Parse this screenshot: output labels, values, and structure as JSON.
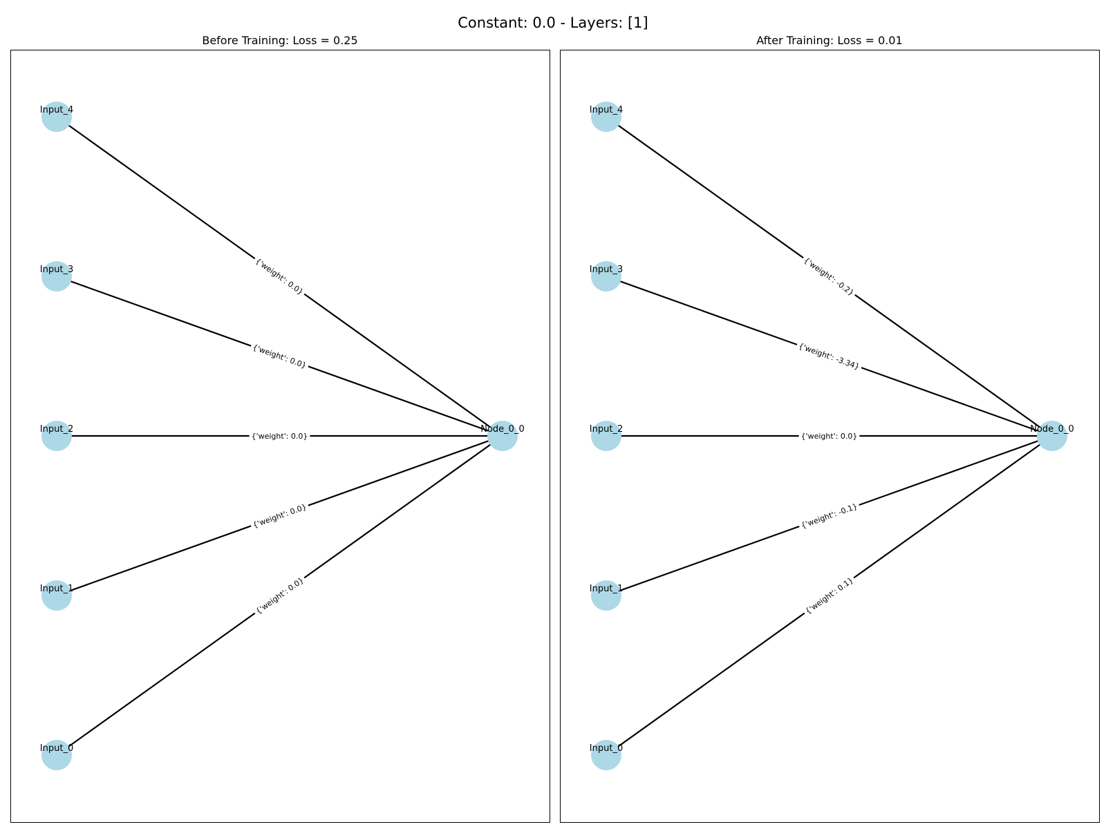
{
  "figure": {
    "suptitle": "Constant: 0.0 - Layers: [1]"
  },
  "colors": {
    "node": "#add8e6",
    "edge": "#000000",
    "frame": "#000000"
  },
  "panels": [
    {
      "title": "Before Training: Loss = 0.25",
      "nodes": {
        "inputs": [
          "Input_4",
          "Input_3",
          "Input_2",
          "Input_1",
          "Input_0"
        ],
        "output": "Node_0_0"
      },
      "edges": [
        {
          "source": "Input_4",
          "target": "Node_0_0",
          "label": "{'weight': 0.0}"
        },
        {
          "source": "Input_3",
          "target": "Node_0_0",
          "label": "{'weight': 0.0}"
        },
        {
          "source": "Input_2",
          "target": "Node_0_0",
          "label": "{'weight': 0.0}"
        },
        {
          "source": "Input_1",
          "target": "Node_0_0",
          "label": "{'weight': 0.0}"
        },
        {
          "source": "Input_0",
          "target": "Node_0_0",
          "label": "{'weight': 0.0}"
        }
      ]
    },
    {
      "title": "After Training: Loss = 0.01",
      "nodes": {
        "inputs": [
          "Input_4",
          "Input_3",
          "Input_2",
          "Input_1",
          "Input_0"
        ],
        "output": "Node_0_0"
      },
      "edges": [
        {
          "source": "Input_4",
          "target": "Node_0_0",
          "label": "{'weight': -0.2}"
        },
        {
          "source": "Input_3",
          "target": "Node_0_0",
          "label": "{'weight': -3.34}"
        },
        {
          "source": "Input_2",
          "target": "Node_0_0",
          "label": "{'weight': 0.0}"
        },
        {
          "source": "Input_1",
          "target": "Node_0_0",
          "label": "{'weight': -0.1}"
        },
        {
          "source": "Input_0",
          "target": "Node_0_0",
          "label": "{'weight': 0.1}"
        }
      ]
    }
  ]
}
